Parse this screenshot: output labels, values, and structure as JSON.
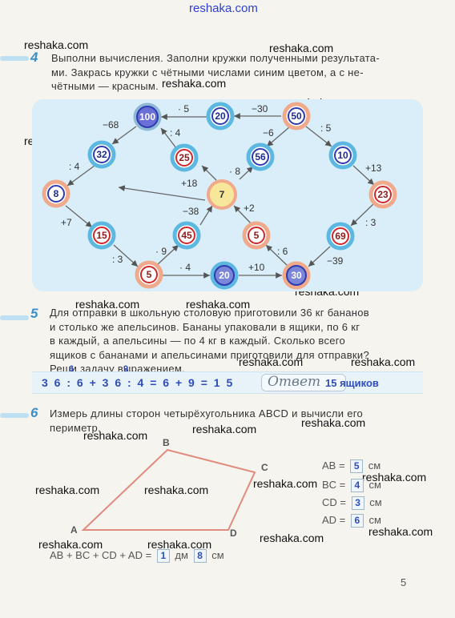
{
  "watermark": "reshaka.com",
  "task4": {
    "number": "4",
    "line1": "Выполни вычисления. Заполни кружки полученными результата-",
    "line2": "ми. Закрась кружки с чётными числами синим цветом, а с не-",
    "line3": "чётными — красным."
  },
  "diagram": {
    "nodes": {
      "n100": "100",
      "n20a": "20",
      "n50": "50",
      "n32": "32",
      "n25": "25",
      "n56": "56",
      "n10": "10",
      "n8": "8",
      "n7": "7",
      "n23": "23",
      "n15": "15",
      "n45": "45",
      "n5b": "5",
      "n69": "69",
      "n5a": "5",
      "n20b": "20",
      "n30": "30"
    },
    "ops": {
      "o1": "· 5",
      "o2": "−30",
      "o3": "−68",
      "o4": ": 4",
      "o5": "−6",
      "o6": ": 5",
      "o7": ": 4",
      "o8": "· 8",
      "o9": "+13",
      "o10": "+18",
      "o11": "+7",
      "o12": "−38",
      "o13": "+2",
      "o14": ": 3",
      "o15": "· 9",
      "o16": ": 6",
      "o17": ": 3",
      "o18": "−39",
      "o19": "· 4",
      "o20": "+10"
    }
  },
  "task5": {
    "number": "5",
    "line1": "Для отправки в школьную столовую приготовили 36 кг бананов",
    "line2": "и столько же апельсинов. Бананы упаковали в ящики, по 6 кг",
    "line3": "в каждый, а апельсины — по 4 кг в каждый. Сколько всего",
    "line4": "ящиков с бананами и апельсинами приготовили для отправки?",
    "line5": "Реши задачу выражением.",
    "expression": "3 6 : 6 + 3 6 : 4 = 6 + 9 = 1 5",
    "sup1": "6",
    "sup2": "9",
    "answer_label": "Ответ",
    "answer_value": "15 ящиков"
  },
  "task6": {
    "number": "6",
    "line1": "Измерь длины сторон четырёхугольника ABCD и вычисли его",
    "line2": "периметр.",
    "vertices": {
      "A": "A",
      "B": "B",
      "C": "C",
      "D": "D"
    },
    "measures": [
      {
        "label": "AB =",
        "value": "5",
        "unit": "см"
      },
      {
        "label": "BC =",
        "value": "4",
        "unit": "см"
      },
      {
        "label": "CD =",
        "value": "3",
        "unit": "см"
      },
      {
        "label": "AD =",
        "value": "6",
        "unit": "см"
      }
    ],
    "perimeter": {
      "label": "AB + BC + CD + AD =",
      "dm": "1",
      "dm_unit": "дм",
      "cm": "8",
      "cm_unit": "см"
    }
  },
  "page_number": "5"
}
